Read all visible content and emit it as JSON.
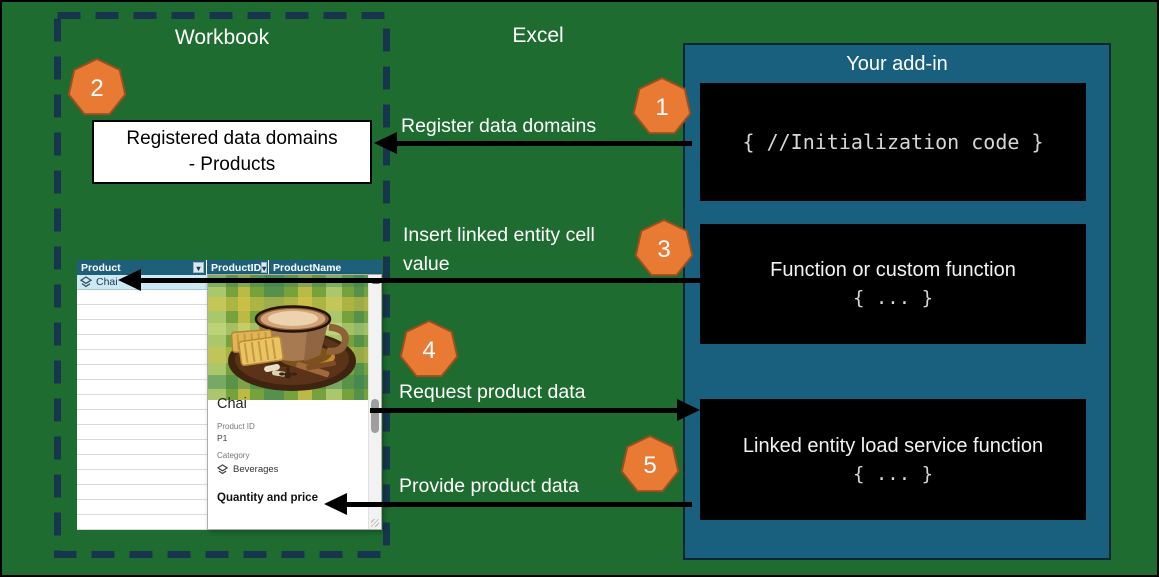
{
  "workbook": {
    "title": "Workbook"
  },
  "excel_label": "Excel",
  "addin": {
    "title": "Your add-in",
    "init_code": "{ //Initialization code }",
    "function_box": {
      "title": "Function or custom function",
      "code": "{ ... }"
    },
    "load_box": {
      "title": "Linked entity load service function",
      "code": "{ ... }"
    }
  },
  "registered_box": {
    "line1": "Registered data domains",
    "line2": "- Products"
  },
  "flows": {
    "workbook_badge": "2",
    "register": {
      "badge": "1",
      "label": "Register data domains"
    },
    "insert": {
      "badge": "3",
      "label_line1": "Insert linked entity cell",
      "label_line2": "value"
    },
    "request": {
      "badge": "4",
      "label": "Request product data"
    },
    "provide": {
      "badge": "5",
      "label": "Provide product data"
    }
  },
  "table": {
    "headers": [
      "Product",
      "ProductID",
      "ProductName"
    ],
    "row1": {
      "value": "Chai"
    }
  },
  "card": {
    "title": "Chai",
    "product_id_label": "Product ID",
    "product_id_value": "P1",
    "category_label": "Category",
    "category_value": "Beverages",
    "section_heading": "Quantity and price"
  },
  "colors": {
    "background_green": "#1e6c30",
    "addin_blue": "#195f7e",
    "badge_orange": "#e87a33",
    "dashed_border_navy": "#17364e",
    "code_box_black": "#000000",
    "table_header_teal": "#1e6079",
    "selected_row_blue": "#cde9f4"
  }
}
